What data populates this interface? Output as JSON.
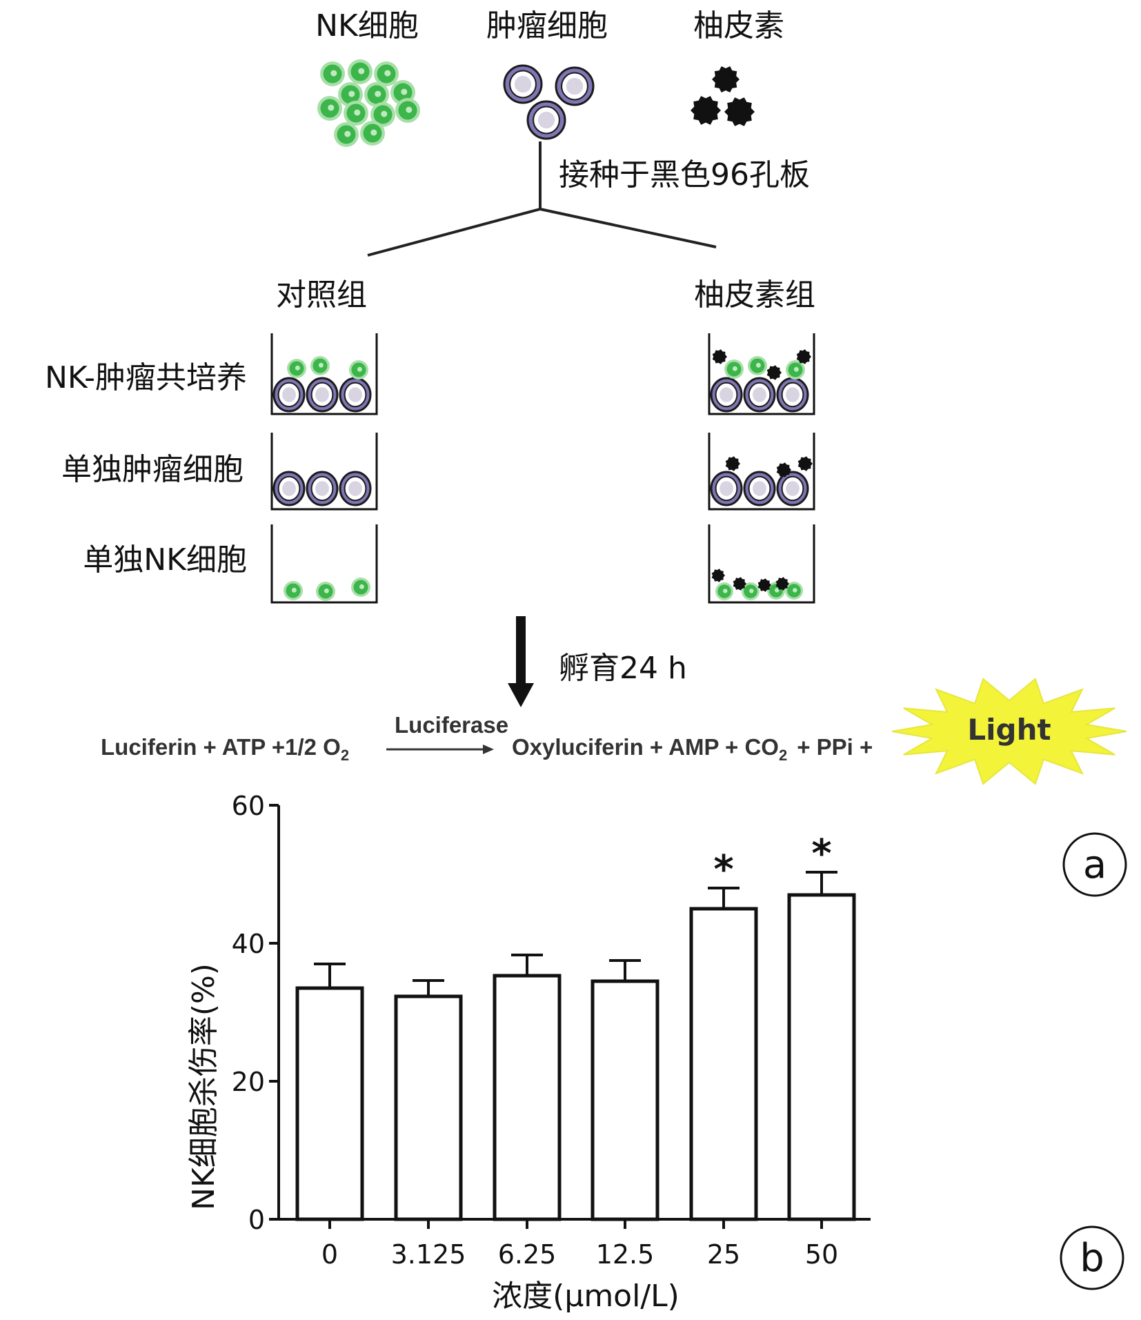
{
  "legend": {
    "nk_cell": "NK细胞",
    "tumor_cell": "肿瘤细胞",
    "nomilin": "柚皮素"
  },
  "step_seed": "接种于黑色96孔板",
  "groups": {
    "control": "对照组",
    "nomilin": "柚皮素组"
  },
  "rows": {
    "coculture": "NK-肿瘤共培养",
    "tumor_only": "单独肿瘤细胞",
    "nk_only": "单独NK细胞"
  },
  "step_incubate": "孵育24 h",
  "reaction": {
    "left": "Luciferin + ATP +1/2 O",
    "o2_sub": "2",
    "enzyme": "Luciferase",
    "right": "Oxyluciferin + AMP + CO",
    "co2_sub": "2",
    "right_tail": "+ PPi +",
    "light": "Light"
  },
  "panel_labels": {
    "a": "a",
    "b": "b"
  },
  "colors": {
    "nk_green": "#3cb54a",
    "tumor_purple": "#7f76b4",
    "tumor_core": "#d8d4e2",
    "nomilin_black": "#111111",
    "light_yellow": "#f3f33a"
  },
  "chart_data": {
    "type": "bar",
    "categories": [
      "0",
      "3.125",
      "6.25",
      "12.5",
      "25",
      "50"
    ],
    "values": [
      33.5,
      32.3,
      35.3,
      34.5,
      45,
      47
    ],
    "errors": [
      3.5,
      2.3,
      3.0,
      3.0,
      3.0,
      3.3
    ],
    "significance": [
      "",
      "",
      "",
      "",
      "*",
      "*"
    ],
    "ylim": [
      0,
      60
    ],
    "yticks": [
      "0",
      "20",
      "40",
      "60"
    ],
    "xlabel": "浓度(μmol/L)",
    "ylabel": "NK细胞杀伤率(%)"
  }
}
